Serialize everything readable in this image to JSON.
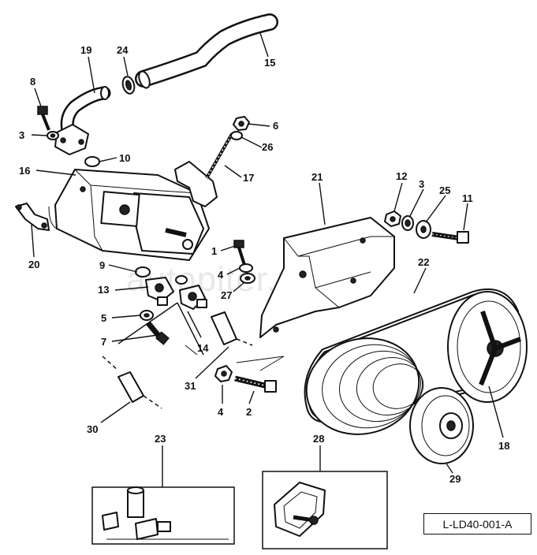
{
  "drawing_code": "L-LD40-001-A",
  "watermark_text": "autopiter.ru",
  "callouts": {
    "n1": "1",
    "n2": "2",
    "n3a": "3",
    "n3b": "3",
    "n4a": "4",
    "n4b": "4",
    "n5": "5",
    "n6": "6",
    "n7": "7",
    "n8": "8",
    "n9": "9",
    "n10": "10",
    "n11": "11",
    "n12": "12",
    "n13": "13",
    "n14": "14",
    "n15": "15",
    "n16": "16",
    "n17": "17",
    "n18": "18",
    "n19": "19",
    "n20": "20",
    "n21": "21",
    "n22": "22",
    "n23": "23",
    "n24": "24",
    "n25": "25",
    "n26": "26",
    "n27": "27",
    "n28": "28",
    "n29": "29",
    "n30": "30",
    "n31": "31"
  }
}
